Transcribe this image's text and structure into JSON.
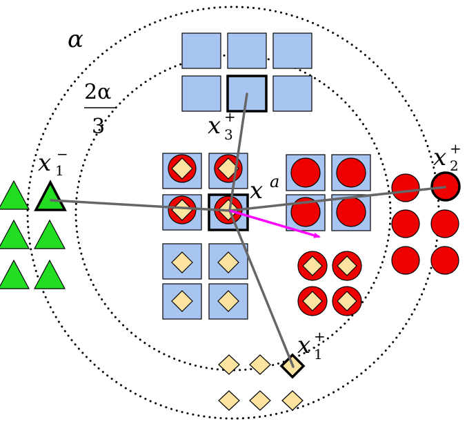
{
  "labels": {
    "alpha": "α",
    "frac_num": "2α",
    "frac_den": "3",
    "x": "x",
    "x1_minus_sub": "1",
    "x1_minus_sup": "−",
    "x2_plus_sub": "2",
    "x2_plus_sup": "+",
    "x3_plus_sub": "3",
    "x3_plus_sup": "+",
    "x1_plus_sub": "1",
    "x1_plus_sup": "+",
    "xa_sup": "a"
  },
  "colors": {
    "square_fill": "#a8c4f0",
    "circle_fill": "#ee0000",
    "diamond_fill": "#fde3a0",
    "triangle_fill": "#22dd22",
    "link_line": "#666666",
    "arrow": "#ff00ff",
    "stroke": "#000000"
  }
}
